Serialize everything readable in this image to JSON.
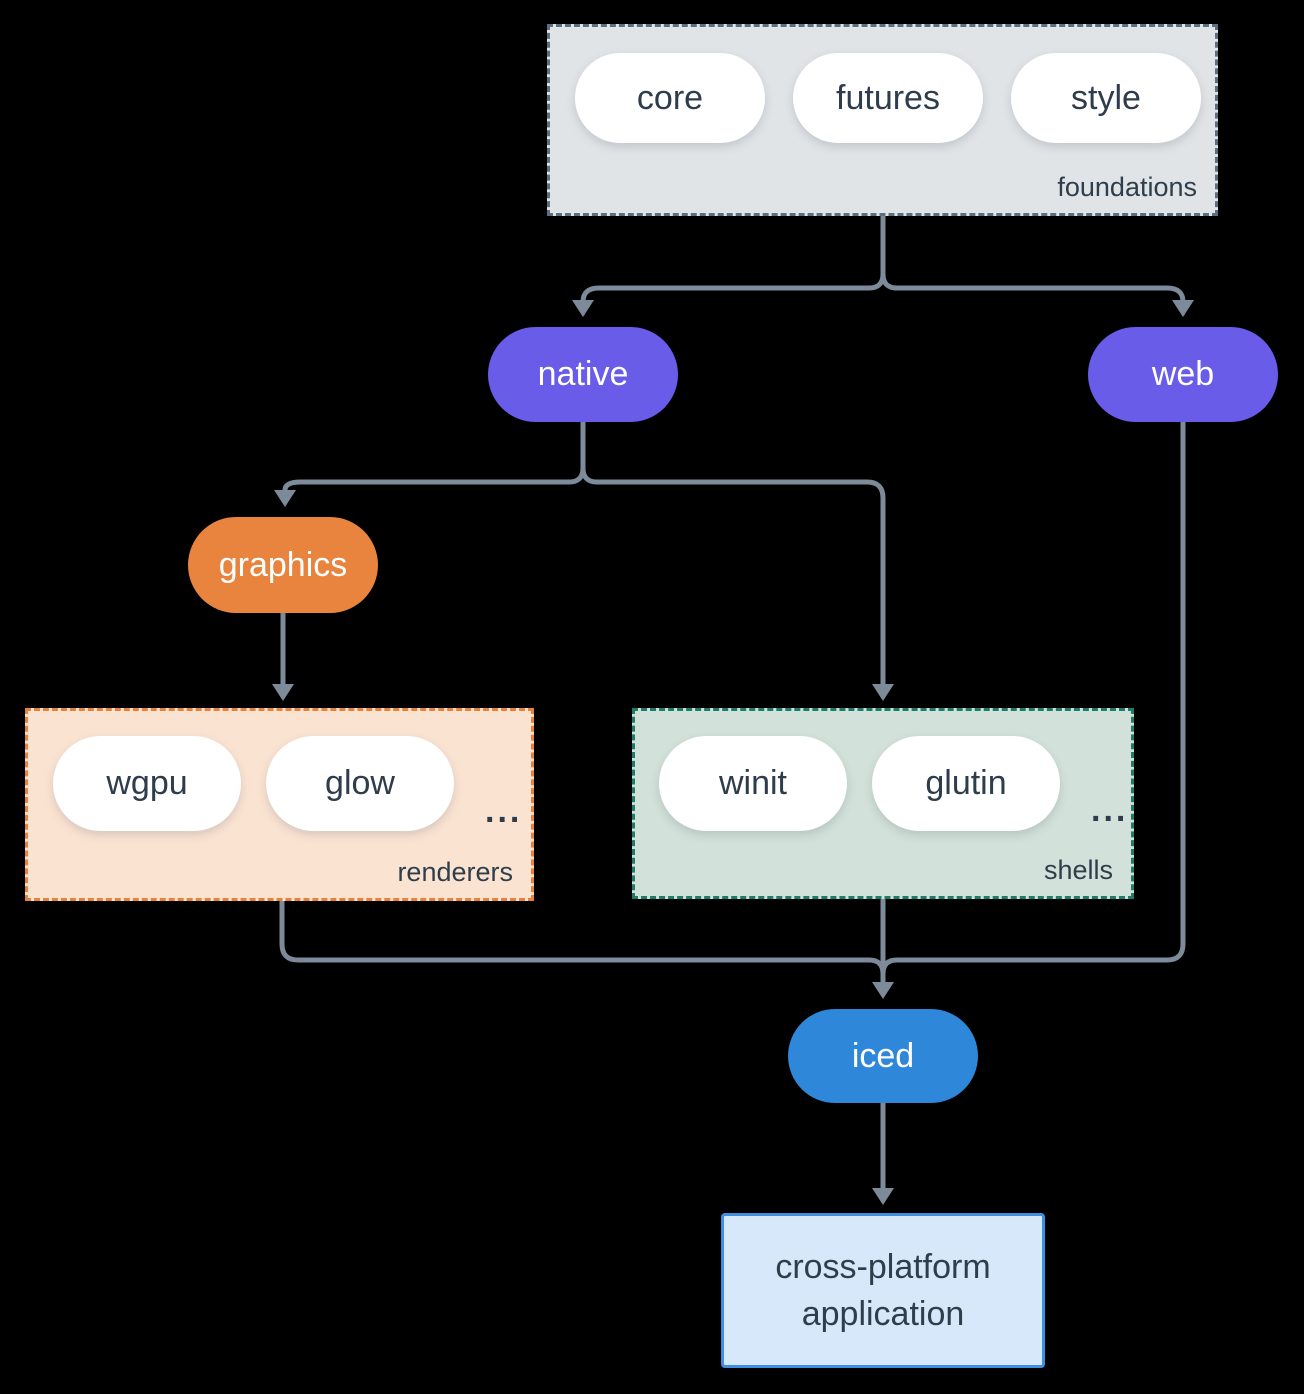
{
  "diagram": {
    "foundations": {
      "label": "foundations",
      "pills": [
        "core",
        "futures",
        "style"
      ]
    },
    "native_label": "native",
    "web_label": "web",
    "graphics_label": "graphics",
    "renderers": {
      "label": "renderers",
      "pills": [
        "wgpu",
        "glow"
      ],
      "ellipsis": "..."
    },
    "shells": {
      "label": "shells",
      "pills": [
        "winit",
        "glutin"
      ],
      "ellipsis": "..."
    },
    "iced_label": "iced",
    "app_label": "cross-platform application"
  },
  "colors": {
    "bg": "#000000",
    "arrow": "#7d8a99",
    "pill-text": "#2e3c4b",
    "pill-bg": "#ffffff",
    "purple": "#685ce9",
    "orange": "#e8843e",
    "blue": "#2e87d8",
    "foundations-bg": "#e0e4e7",
    "foundations-border": "#5c6f80",
    "renderers-bg": "#fbe3d2",
    "renderers-border": "#e8823a",
    "shells-bg": "#d2e1d9",
    "shells-border": "#1f7c6b",
    "app-bg": "#d6e8f9",
    "app-border": "#3f8fe0",
    "label-text": "#2f3e4b"
  }
}
